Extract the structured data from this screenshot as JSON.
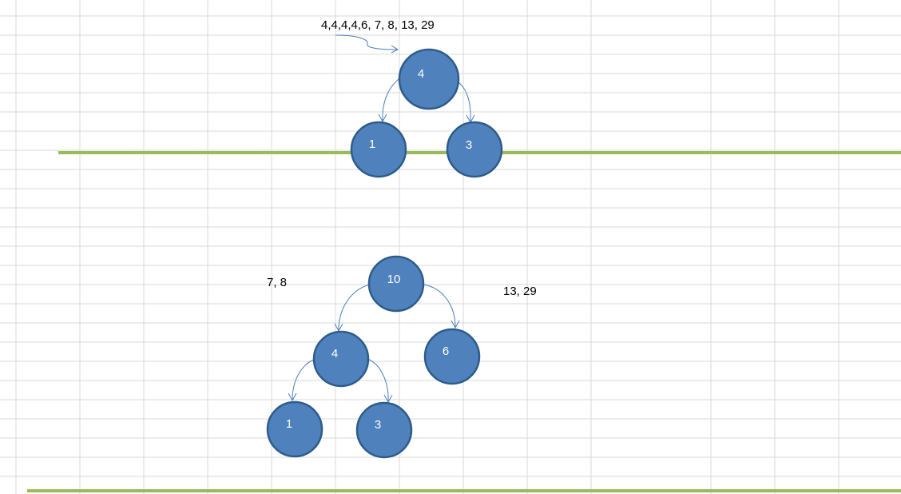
{
  "colors": {
    "node_fill": "#4f81bd",
    "node_stroke": "#2e5c8a",
    "connector": "#4a7ebb",
    "baseline": "#9bbb59",
    "grid": "#d9d9d9"
  },
  "annotations": {
    "sequence": "4,4,4,4,6, 7, 8, 13, 29",
    "left_remaining": "7, 8",
    "right_remaining": "13, 29"
  },
  "tree1": {
    "root": "4",
    "left_child": "1",
    "right_child": "3"
  },
  "tree2": {
    "root": "10",
    "left_child": "4",
    "right_child": "6",
    "left_left": "1",
    "left_right": "3"
  }
}
